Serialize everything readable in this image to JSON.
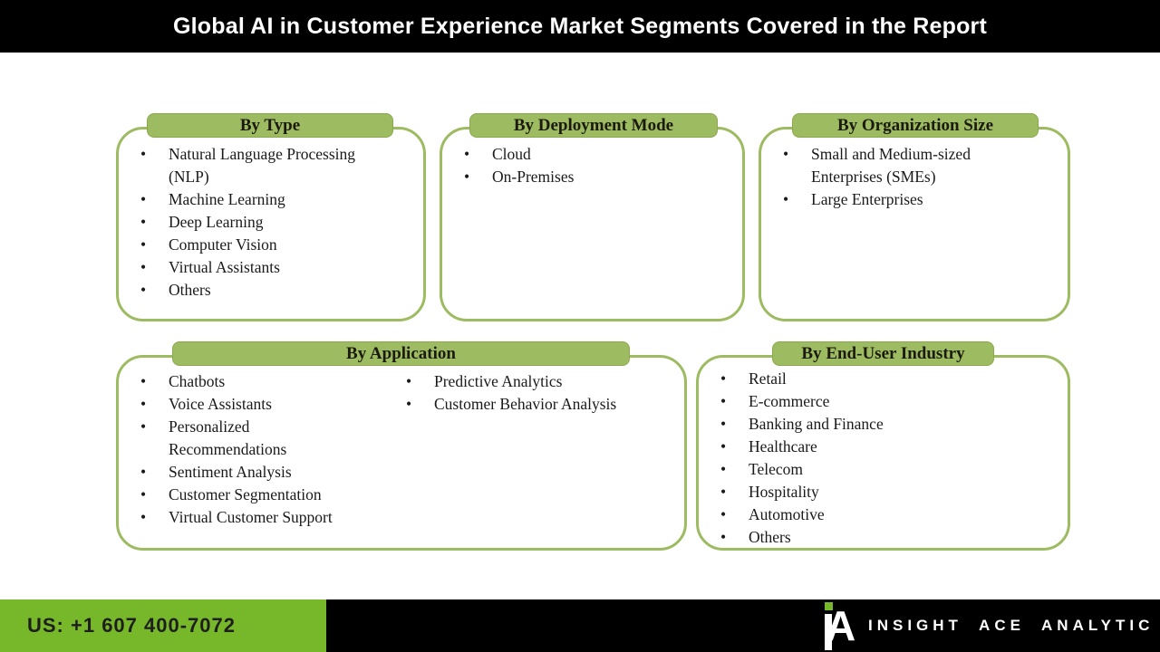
{
  "header": {
    "title": "Global AI in Customer Experience Market Segments Covered in the Report"
  },
  "boxes": [
    {
      "title": "By Type",
      "items": [
        "Natural Language Processing (NLP)",
        "Machine Learning",
        "Deep Learning",
        "Computer Vision",
        "Virtual Assistants",
        "Others"
      ]
    },
    {
      "title": "By Deployment Mode",
      "items": [
        "Cloud",
        "On-Premises"
      ]
    },
    {
      "title": "By Organization Size",
      "items": [
        "Small and Medium-sized Enterprises (SMEs)",
        "Large Enterprises"
      ]
    },
    {
      "title": "By Application",
      "items_col1": [
        "Chatbots",
        "Voice Assistants",
        "Personalized Recommendations",
        "Sentiment Analysis",
        "Customer Segmentation",
        "Virtual Customer Support"
      ],
      "items_col2": [
        "Predictive Analytics",
        "Customer Behavior Analysis"
      ]
    },
    {
      "title": "By End-User Industry",
      "items": [
        "Retail",
        "E-commerce",
        "Banking and Finance",
        "Healthcare",
        "Telecom",
        "Hospitality",
        "Automotive",
        "Others"
      ]
    }
  ],
  "footer": {
    "phone": "US: +1 607 400-7072",
    "brand": "INSIGHT ACE ANALYTIC",
    "logo_letter": "A"
  },
  "palette": {
    "header_bg": "#000000",
    "box_green": "#9DBB61",
    "footer_green": "#76B82A",
    "text_dark": "#1A1A1A",
    "white": "#FFFFFF"
  }
}
